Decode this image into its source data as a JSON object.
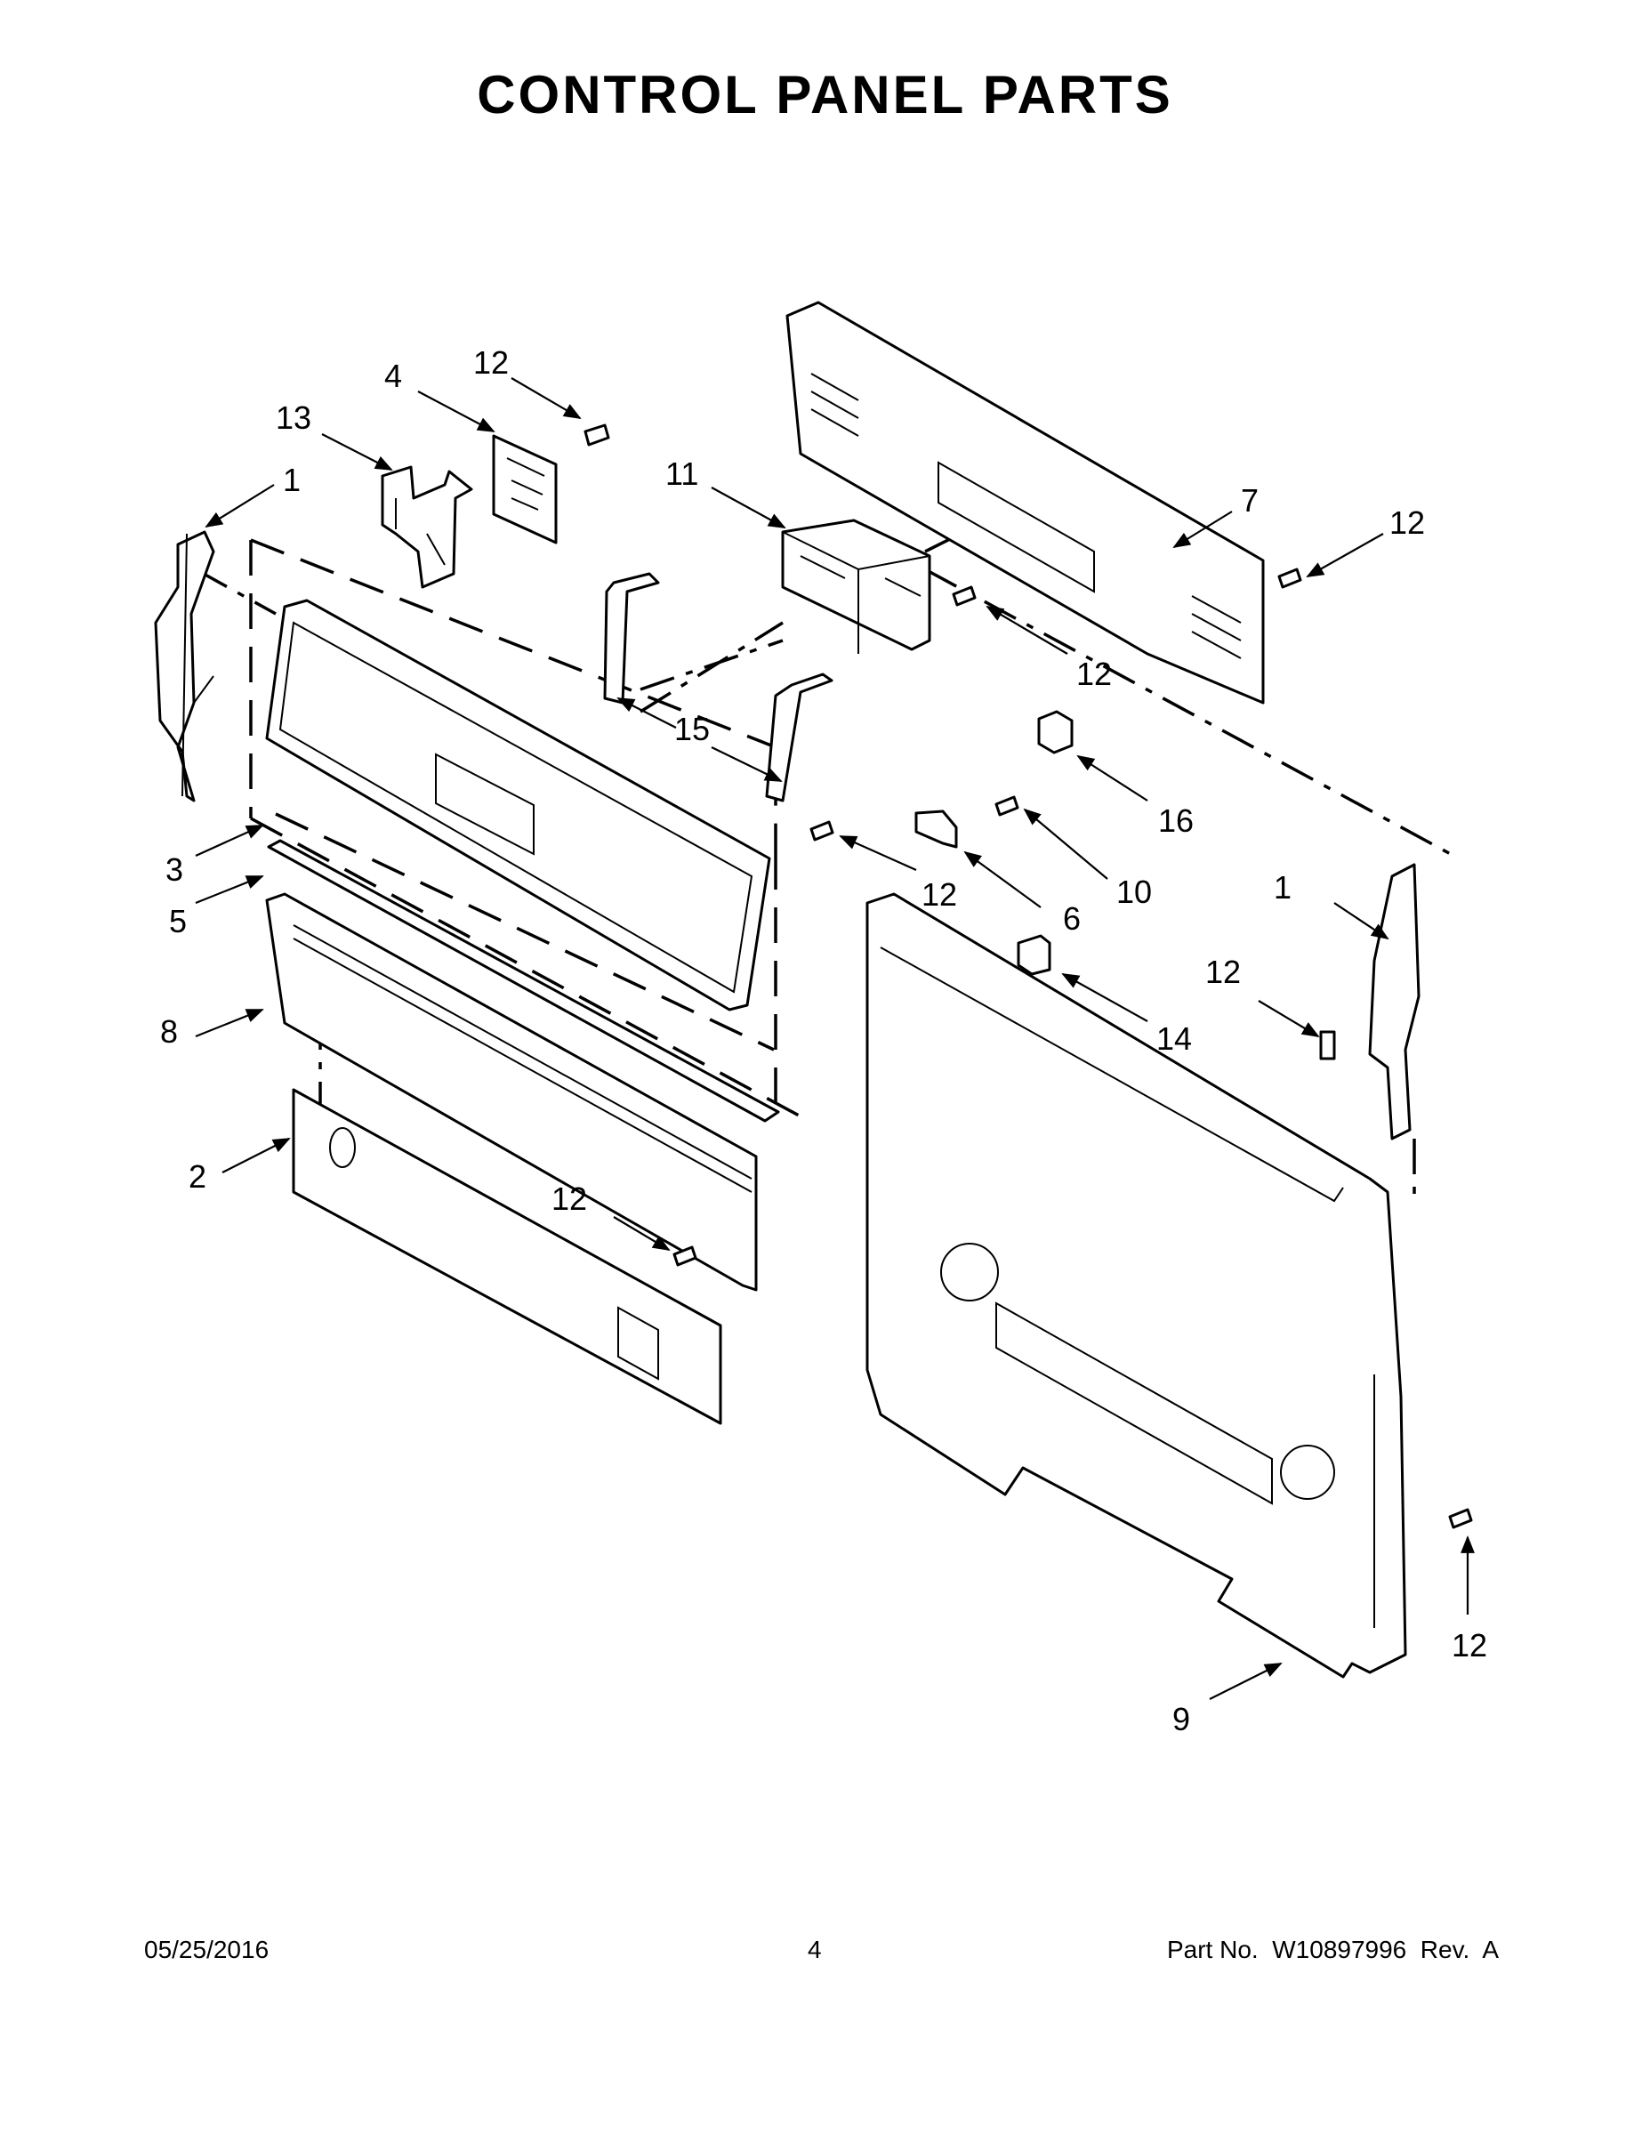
{
  "title": "CONTROL PANEL PARTS",
  "footer": {
    "date": "05/25/2016",
    "page": "4",
    "part_number": "Part No.  W10897996  Rev.  A"
  },
  "callouts": {
    "c1a": "1",
    "c1b": "1",
    "c2": "2",
    "c3": "3",
    "c4": "4",
    "c5": "5",
    "c6": "6",
    "c7": "7",
    "c8": "8",
    "c9": "9",
    "c10": "10",
    "c11": "11",
    "c12a": "12",
    "c12b": "12",
    "c12c": "12",
    "c12d": "12",
    "c12e": "12",
    "c12f": "12",
    "c12g": "12",
    "c13": "13",
    "c14": "14",
    "c15": "15",
    "c16": "16"
  }
}
